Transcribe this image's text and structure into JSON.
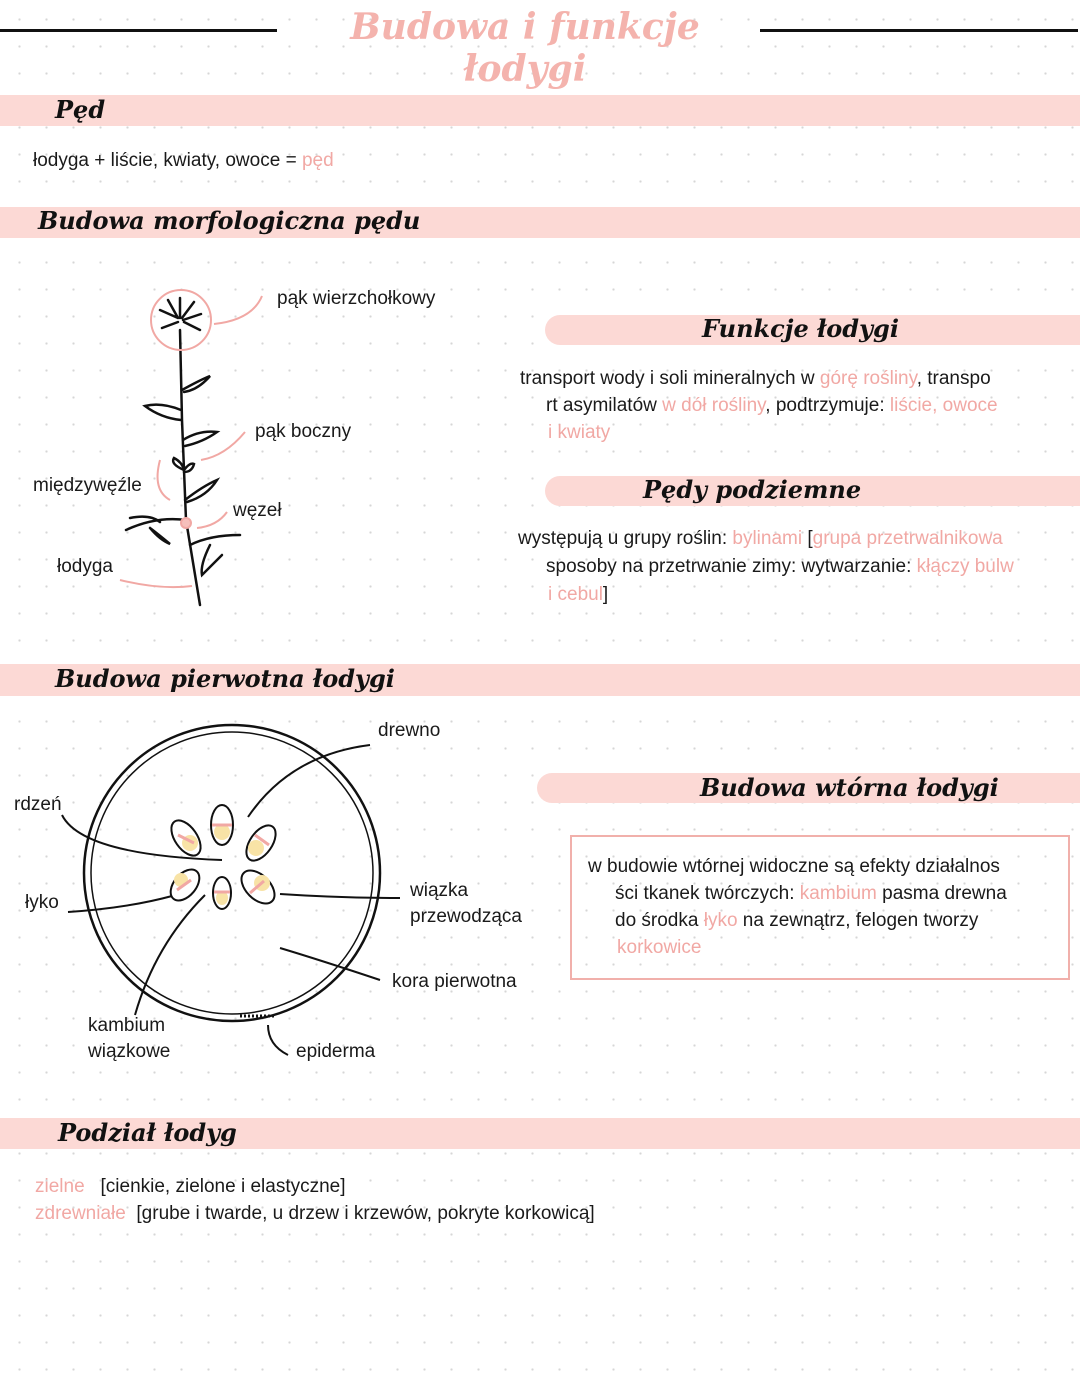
{
  "title": "Budowa i funkcje łodygi",
  "sections": {
    "ped": {
      "heading": "Pęd",
      "text_a": "łodyga + liście, kwiaty, owoce = ",
      "text_b": "pęd"
    },
    "morfo": {
      "heading": "Budowa morfologiczna pędu",
      "labels": {
        "apical_bud": "pąk wierzchołkowy",
        "lateral_bud": "pąk boczny",
        "internode": "międzywęźle",
        "node": "węzeł",
        "stem": "łodyga"
      }
    },
    "funkcje": {
      "heading": "Funkcje łodygi",
      "l1a": "transport wody i soli mineralnych w ",
      "l1b": "górę rośliny",
      ", ": "",
      "l1c": ", transpo",
      "l2a": "rt asymilatów ",
      "l2b": "w dół rośliny",
      "l2c": ", podtrzymuje: ",
      "l2d": "liście, owoce",
      "l3": "i kwiaty"
    },
    "podziemne": {
      "heading": "Pędy podziemne",
      "l1a": "występują u grupy roślin: ",
      "l1b": "bylinami",
      "l1c": " [",
      "l1d": "grupa przetrwalnikowa",
      "l2a": "sposoby na przetrwanie zimy: wytwarzanie: ",
      "l2b": "kłączy bulw",
      "l3a": "i cebul",
      "l3b": "]"
    },
    "pierwotna": {
      "heading": "Budowa pierwotna łodygi",
      "labels": {
        "xylem": "drewno",
        "pith": "rdzeń",
        "phloem": "łyko",
        "bundle_1": "wiązka",
        "bundle_2": "przewodząca",
        "cortex": "kora pierwotna",
        "cambium_1": "kambium",
        "cambium_2": "wiązkowe",
        "epidermis": "epiderma"
      }
    },
    "wtorna": {
      "heading": "Budowa wtórna łodygi",
      "l1": "w budowie wtórnej widoczne są efekty działalnos",
      "l2a": "ści tkanek twórczych: ",
      "l2b": "kambium",
      "l2c": " pasma drewna",
      "l3a": "do środka ",
      "l3b": "łyko",
      "l3c": " na zewnątrz, felogen tworzy",
      "l4": "korkowice"
    },
    "podzial": {
      "heading": "Podział łodyg",
      "r1a": "zielne",
      "r1b": "[cienkie, zielone i elastyczne]",
      "r2a": "zdrewniałe",
      "r2b": "[grube i twarde, u drzew i krzewów, pokryte korkowicą]"
    }
  },
  "colors": {
    "accent": "#f1a8a4",
    "bar": "#fcd9d5"
  }
}
